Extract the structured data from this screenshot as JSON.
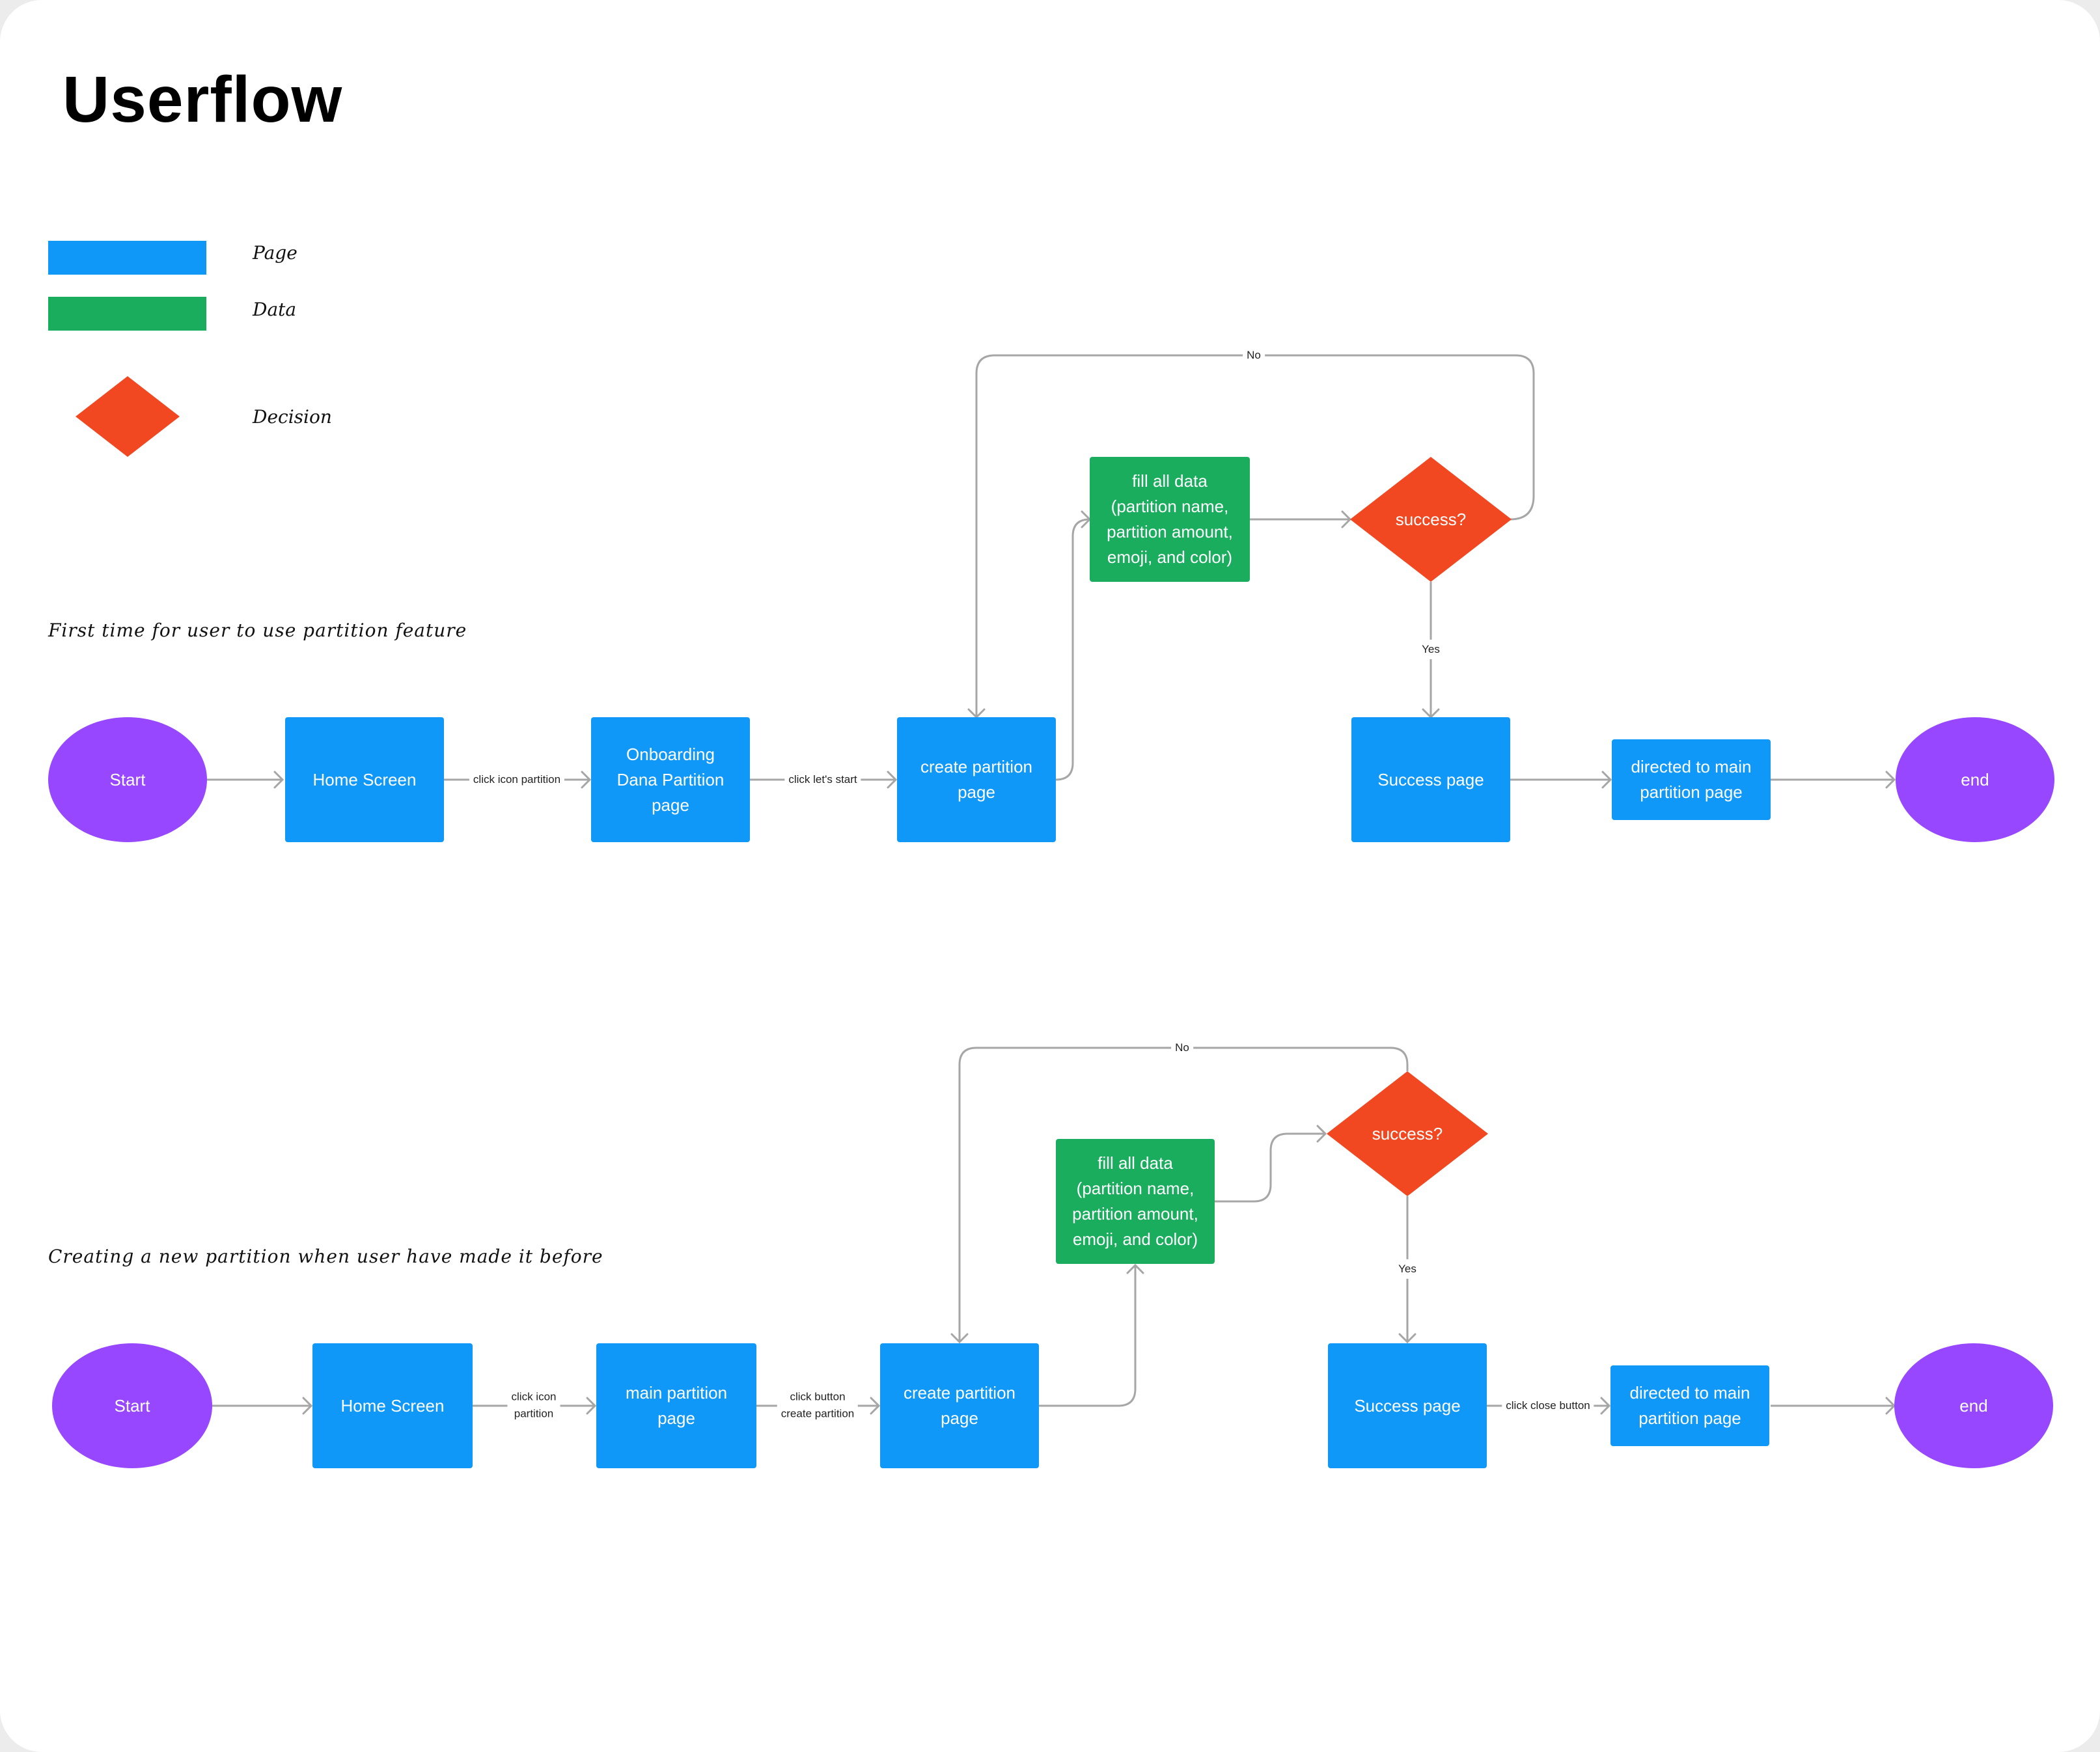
{
  "title": "Userflow",
  "colors": {
    "page": "#1098f8",
    "data": "#19ad5d",
    "decision": "#f24822",
    "terminal": "#9747ff",
    "connector": "#a6a6a6"
  },
  "legend": {
    "page_label": "Page",
    "data_label": "Data",
    "decision_label": "Decision"
  },
  "flow1": {
    "caption": "First time for user to use partition feature",
    "start": "Start",
    "home": "Home Screen",
    "edge_home": "click icon partition",
    "onboarding": "Onboarding\nDana Partition\npage",
    "edge_onboarding": "click let's start",
    "create": "create partition\npage",
    "fill": "fill all data\n(partition name,\npartition amount,\nemoji, and color)",
    "decision": "success?",
    "edge_no": "No",
    "edge_yes": "Yes",
    "success": "Success page",
    "directed": "directed to main\npartition page",
    "end": "end"
  },
  "flow2": {
    "caption": "Creating a new partition when user have made it before",
    "start": "Start",
    "home": "Home Screen",
    "edge_home": "click icon\npartition",
    "main": "main partition\npage",
    "edge_main": "click button\ncreate partition",
    "create": "create partition\npage",
    "fill": "fill all data\n(partition name,\npartition amount,\nemoji, and color)",
    "decision": "success?",
    "edge_no": "No",
    "edge_yes": "Yes",
    "success": "Success page",
    "edge_success": "click close button",
    "directed": "directed to main\npartition page",
    "end": "end"
  }
}
